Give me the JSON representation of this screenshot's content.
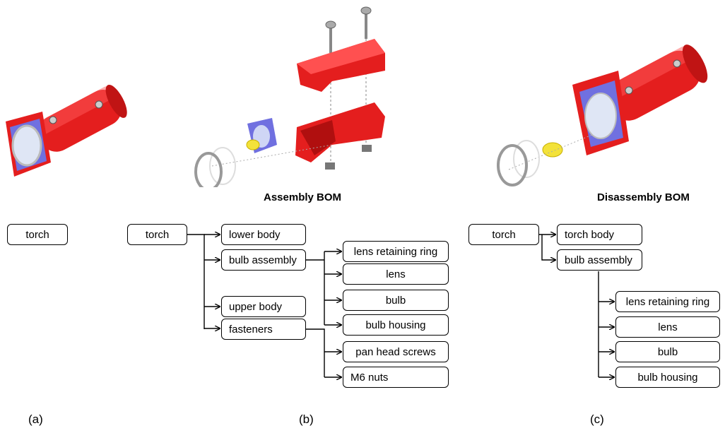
{
  "captions": {
    "assembly_bom": "Assembly BOM",
    "disassembly_bom": "Disassembly BOM"
  },
  "panel_labels": {
    "a": "(a)",
    "b": "(b)",
    "c": "(c)"
  },
  "tree_a": {
    "root": "torch"
  },
  "tree_b": {
    "root": "torch",
    "lower_body": "lower body",
    "bulb_assembly": "bulb assembly",
    "upper_body": "upper body",
    "fasteners": "fasteners",
    "lens_retaining_ring": "lens retaining ring",
    "lens": "lens",
    "bulb": "bulb",
    "bulb_housing": "bulb housing",
    "pan_head_screws": "pan head screws",
    "m6_nuts": "M6 nuts"
  },
  "tree_c": {
    "root": "torch",
    "torch_body": "torch body",
    "bulb_assembly": "bulb assembly",
    "lens_retaining_ring": "lens retaining ring",
    "lens": "lens",
    "bulb": "bulb",
    "bulb_housing": "bulb housing"
  },
  "colors": {
    "body": "#e41e1e",
    "housing": "#7070e0",
    "bulb": "#f3e23a",
    "metal": "#9a9a9a"
  }
}
